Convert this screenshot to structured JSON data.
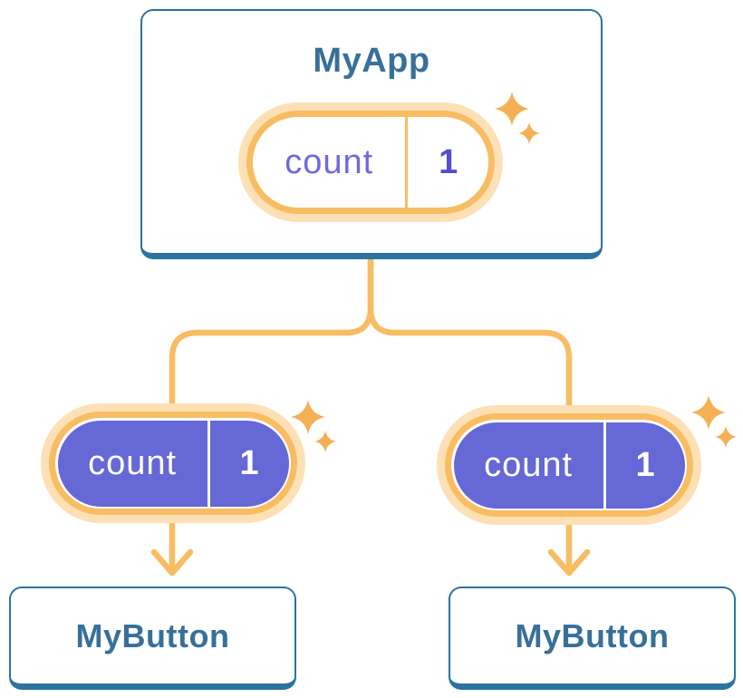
{
  "colors": {
    "card_border": "#2D73A0",
    "card_text": "#377099",
    "line_orange": "#F8BD62",
    "ring_cream": "#FDE0B5",
    "sparkle_orange": "#F5B055",
    "pill_purple": "#6568D5",
    "pill_key_text": "#6D6ADF",
    "pill_value_text": "#544DD3",
    "card_bg": "#FFFFFF"
  },
  "tree": {
    "root": {
      "title": "MyApp",
      "state": {
        "key": "count",
        "value": "1"
      }
    },
    "children": [
      {
        "title": "MyButton",
        "state": {
          "key": "count",
          "value": "1"
        }
      },
      {
        "title": "MyButton",
        "state": {
          "key": "count",
          "value": "1"
        }
      }
    ]
  },
  "icons": {
    "sparkle": "sparkle-icon",
    "arrow": "arrow-down"
  }
}
